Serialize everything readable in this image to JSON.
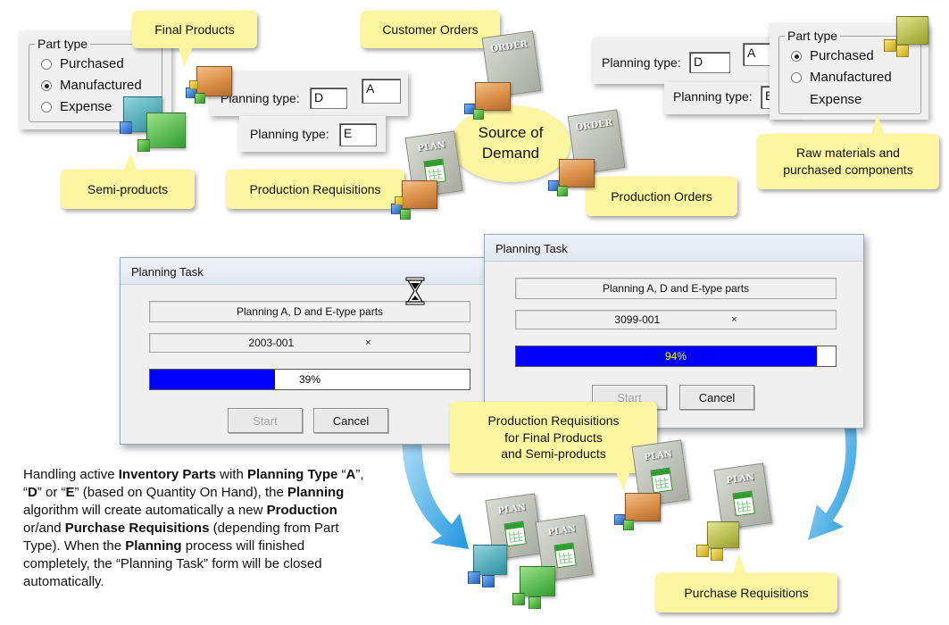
{
  "part_type_left": {
    "legend": "Part type",
    "options": [
      {
        "label": "Purchased",
        "selected": false
      },
      {
        "label": "Manufactured",
        "selected": true
      },
      {
        "label": "Expense",
        "selected": false
      }
    ]
  },
  "part_type_right": {
    "legend": "Part type",
    "options": [
      {
        "label": "Purchased",
        "selected": true
      },
      {
        "label": "Manufactured",
        "selected": false
      },
      {
        "label": "Expense",
        "selected": false
      }
    ]
  },
  "planning_fields": {
    "label": "Planning type:",
    "left_d": "D",
    "left_a": "A",
    "left_e": "E",
    "right_d": "D",
    "right_a": "A",
    "right_e": "E"
  },
  "callouts": {
    "final_products": "Final Products",
    "customer_orders": "Customer Orders",
    "semi_products": "Semi-products",
    "production_requisitions": "Production Requisitions",
    "production_orders": "Production Orders",
    "raw_materials_line1": "Raw materials and",
    "raw_materials_line2": "purchased components",
    "prod_req_final_line1": "Production Requisitions",
    "prod_req_final_line2": "for Final Products",
    "prod_req_final_line3": "and Semi-products",
    "purchase_requisitions": "Purchase Requisitions"
  },
  "source_of_demand": {
    "line1": "Source of",
    "line2": "Demand"
  },
  "doc_icons": {
    "order": "ORDER",
    "plan": "PLAN"
  },
  "dialog_left": {
    "title": "Planning Task",
    "task_text": "Planning A, D and E-type parts",
    "part_code": "2003-001",
    "part_mark": "×",
    "progress_value": 39,
    "progress_text": "39%",
    "start_label": "Start",
    "cancel_label": "Cancel"
  },
  "dialog_right": {
    "title": "Planning Task",
    "task_text": "Planning A, D and E-type parts",
    "part_code": "3099-001",
    "part_mark": "×",
    "progress_value": 94,
    "progress_text": "94%",
    "start_label": "Start",
    "cancel_label": "Cancel"
  },
  "description": {
    "t1": "Handling active ",
    "b1": "Inventory Parts",
    "t2": " with ",
    "b2": "Planning Type",
    "t3": " “",
    "b3": "A",
    "t4": "”, “",
    "b4": "D",
    "t5": "” or “",
    "b5": "E",
    "t6": "” (based on Quantity On Hand), the ",
    "b6": "Planning",
    "t7": " algorithm will create automatically a new ",
    "b7": "Production",
    "t8": " or/and ",
    "b8": "Purchase Requisitions",
    "t9": " (depending from Part Type).  When the ",
    "b9": "Planning",
    "t10": " process will finished completely, the “Planning Task” form will be closed automatically."
  },
  "colors": {
    "callout": "#fcf6a0",
    "progress_fill": "#0000ff",
    "arrow": "#3aa8e6"
  }
}
